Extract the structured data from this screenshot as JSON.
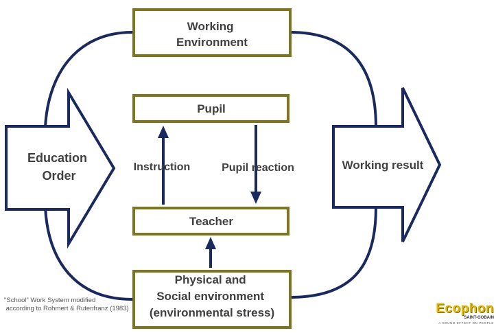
{
  "boxes": {
    "working_environment": [
      "Working",
      "Environment"
    ],
    "pupil": "Pupil",
    "teacher": "Teacher",
    "physical_social": [
      "Physical and",
      "Social environment",
      "(environmental stress)"
    ]
  },
  "arrows": {
    "education_order": [
      "Education",
      "Order"
    ],
    "working_result": "Working result",
    "instruction": "Instruction",
    "pupil_reaction": "Pupil reaction"
  },
  "caption": {
    "line1": "\"School\" Work System modified",
    "line2": " according to Rohmert & Rutenfranz (1983)"
  },
  "logo": {
    "name": "Ecophon",
    "subtitle": "SAINT-GOBAIN",
    "tagline": "A SOUND EFFECT ON PEOPLE"
  },
  "colors": {
    "box_border": "#7f7420",
    "arrow_line": "#1a2a5e",
    "text": "#404040",
    "logo": "#e6b800"
  }
}
